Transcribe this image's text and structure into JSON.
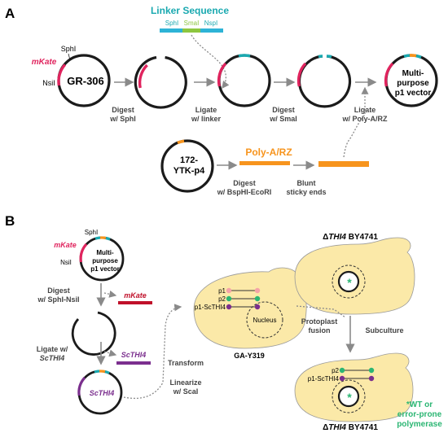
{
  "colors": {
    "mkate": "#e0245e",
    "teal": "#1aa9b0",
    "green_site": "#8dc63f",
    "blue_bar": "#2db3d6",
    "orange": "#f7941d",
    "purple": "#7b2f8e",
    "yeast": "#fbe9a8",
    "dark": "#1b1b1b",
    "grey_arrow": "#8a8a8a",
    "p1_pink": "#f4a3a8",
    "p2_green": "#2bb673",
    "star_green": "#2bb673"
  },
  "panel_a": {
    "letter": "A",
    "linker_title": "Linker Sequence",
    "linker_sites": [
      "SphI",
      "SmaI",
      "NspI"
    ],
    "sphi_label": "SphI",
    "mkate_label": "mKate",
    "nsii_label": "NsiI",
    "plasmid_name": "GR-306",
    "step1": [
      "Digest",
      "w/ SphI"
    ],
    "step2": [
      "Ligate",
      "w/ linker"
    ],
    "step3": [
      "Digest",
      "w/ SmaI"
    ],
    "step4": [
      "Ligate",
      "w/ Poly-A/RZ"
    ],
    "final_plasmid": [
      "Multi-",
      "purpose",
      "p1 vector"
    ],
    "donor_plasmid": [
      "172-",
      "YTK-p4"
    ],
    "polya_label": "Poly-A/RZ",
    "step5": [
      "Digest",
      "w/ BspHI-EcoRI"
    ],
    "step6": [
      "Blunt",
      "sticky ends"
    ]
  },
  "panel_b": {
    "letter": "B",
    "sphi_label": "SphI",
    "mkate_label": "mKate",
    "nsii_label": "NsiI",
    "vector_name": [
      "Multi-",
      "purpose",
      "p1 vector"
    ],
    "digest": [
      "Digest",
      "w/ SphI-NsiI"
    ],
    "mkate_fragment": "mKate",
    "ligate": [
      "Ligate w/",
      "ScTHI4"
    ],
    "scthi4_fragment": "ScTHI4",
    "circle_label": "ScTHI4",
    "transform": "Transform",
    "linearize": [
      "Linearize",
      "w/ ScaI"
    ],
    "strain_left": "GA-Y319",
    "plasmids": [
      "p1",
      "p2",
      "p1-ScTHI4"
    ],
    "nucleus": "Nucleus",
    "top_strain": {
      "delta": "Δ",
      "gene": "THI4",
      "rest": " BY4741"
    },
    "protoplast": [
      "Protoplast",
      "fusion"
    ],
    "subculture": "Subculture",
    "bottom_plasmids": [
      "p2",
      "p1-ScTHI4"
    ],
    "bottom_strain": {
      "delta": "Δ",
      "gene": "THI4",
      "rest": " BY4741"
    },
    "star": "*",
    "wt_note": [
      "*WT or",
      "error-prone",
      "polymerase"
    ]
  }
}
